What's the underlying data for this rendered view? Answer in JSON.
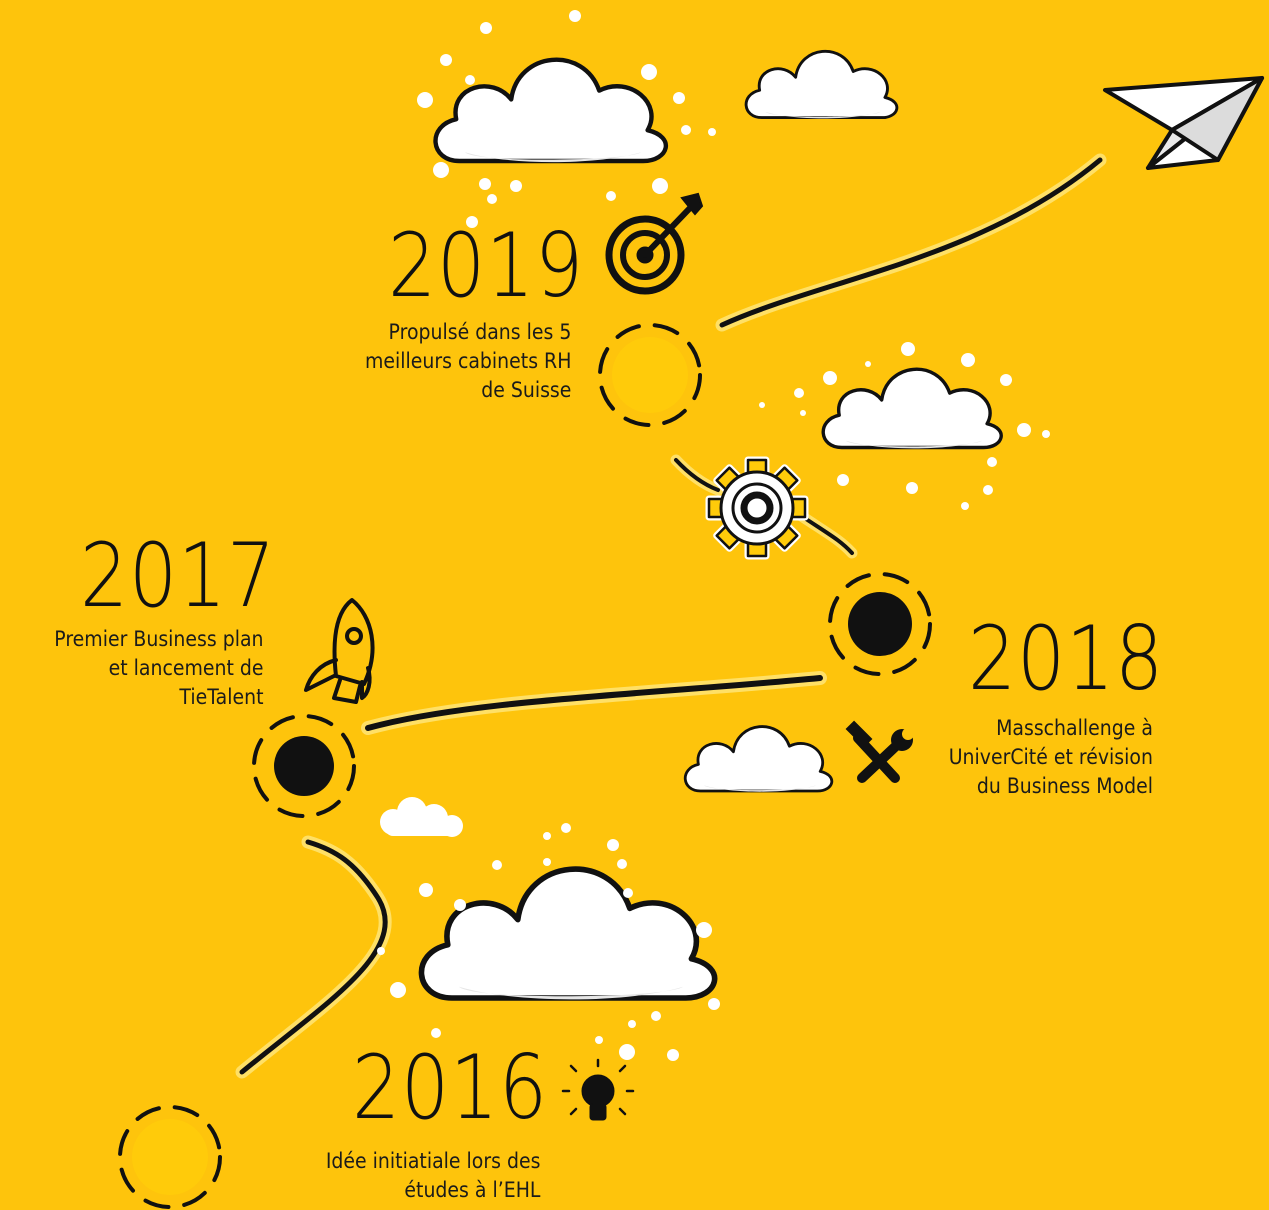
{
  "timeline": {
    "milestones": [
      {
        "year": "2016",
        "lines": [
          "Idée initiatiale lors des",
          "études à l’EHL"
        ],
        "icon": "lightbulb-icon"
      },
      {
        "year": "2017",
        "lines": [
          "Premier Business plan",
          "et lancement de",
          "TieTalent"
        ],
        "icon": "rocket-icon"
      },
      {
        "year": "2018",
        "lines": [
          "Masschallenge à",
          "UniverCité et révision",
          "du Business Model"
        ],
        "icon": "tools-icon"
      },
      {
        "year": "2019",
        "lines": [
          "Propulsé dans les 5",
          "meilleurs cabinets RH",
          "de Suisse"
        ],
        "icon": "target-icon"
      }
    ]
  },
  "decorations": {
    "extra_icons": [
      "gear-icon",
      "paper-plane-icon",
      "cloud-icon"
    ]
  },
  "colors": {
    "background": "#FEC40C",
    "ink": "#111111",
    "cloud": "#FFFFFF",
    "cloud_shade": "#E6E6E6",
    "path_glow": "#FFE066",
    "empty_node": "#FFCB0A"
  }
}
